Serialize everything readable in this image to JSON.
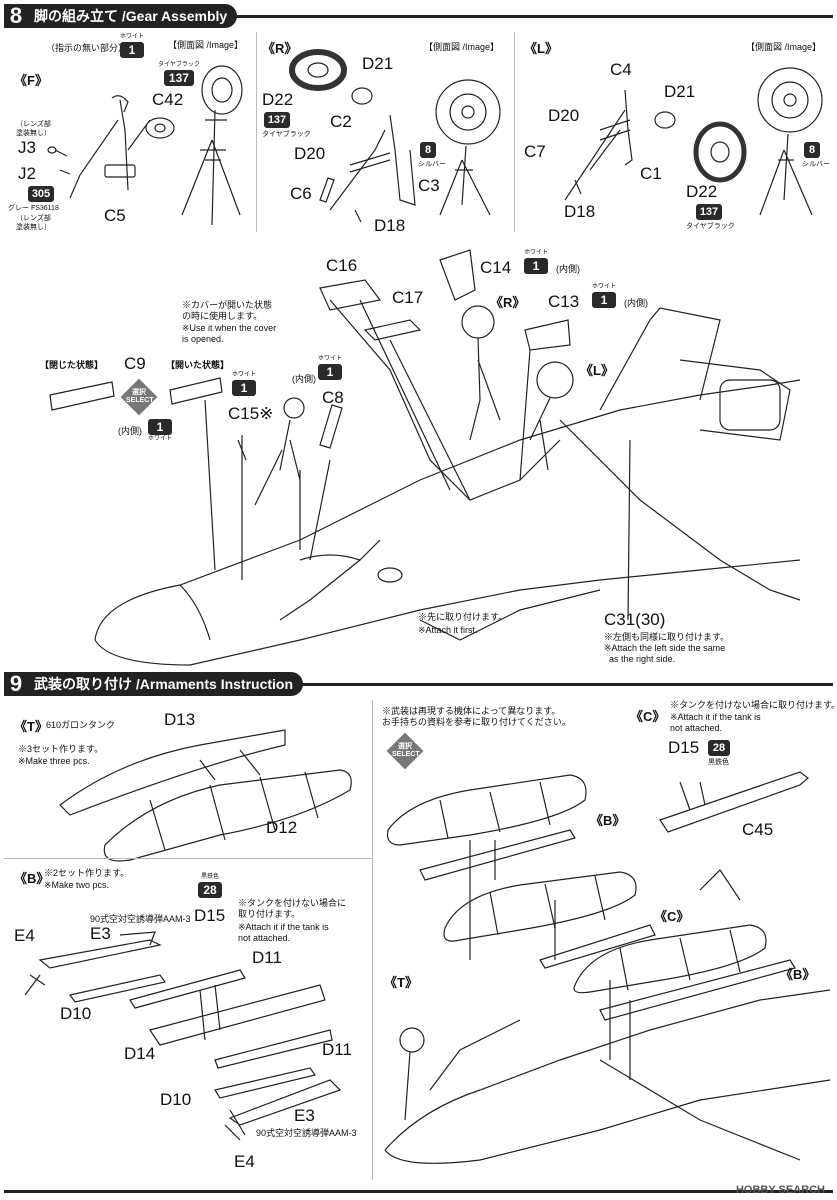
{
  "step8": {
    "number": "8",
    "title": "脚の組み立て /Gear Assembly",
    "front": {
      "bracket": "《F》",
      "not_indicated": "（指示の無い部分）",
      "color_white_label": "ホワイト",
      "color_white_num": "1",
      "side_view": "【側面図 /Image】",
      "tire_black_label": "タイヤブラック",
      "tire_black_num": "137",
      "lens_note_1": "（レンズ部\n塗装無し）",
      "lens_note_2": "（レンズ部\n塗装無し）",
      "gray_num": "305",
      "gray_label": "グレー FS36118",
      "parts": [
        "C42",
        "J3",
        "J2",
        "C5"
      ]
    },
    "right": {
      "bracket": "《R》",
      "side_view": "【側面図 /Image】",
      "tire_black_num": "137",
      "tire_black_label": "タイヤブラック",
      "silver_num": "8",
      "silver_label": "シルバー",
      "parts": [
        "D21",
        "D22",
        "C2",
        "D20",
        "C6",
        "C3",
        "D18"
      ]
    },
    "left": {
      "bracket": "《L》",
      "side_view": "【側面図 /Image】",
      "silver_num": "8",
      "silver_label": "シルバー",
      "tire_black_num": "137",
      "tire_black_label": "タイヤブラック",
      "parts": [
        "C4",
        "D21",
        "D20",
        "C7",
        "C1",
        "D18",
        "D22"
      ]
    },
    "assembly": {
      "c16": "C16",
      "c14": "C14",
      "c14_color_label": "ホワイト",
      "c14_color_num": "1",
      "c14_side": "(内側)",
      "c17": "C17",
      "r_bracket": "《R》",
      "c13": "C13",
      "c13_color_label": "ホワイト",
      "c13_color_num": "1",
      "c13_side": "(内側)",
      "l_bracket": "《L》",
      "cover_note_jp": "※カバーが開いた状態\nの時に使用します。",
      "cover_note_en": "※Use it when the cover\nis opened.",
      "closed": "【閉じた状態】",
      "c9": "C9",
      "opened": "【開いた状態】",
      "select": "選択\nSELECT",
      "c15": "C15※",
      "c15_color_label": "ホワイト",
      "c15_color_num": "1",
      "c8": "C8",
      "c8_side": "(内側)",
      "c8_color_label": "ホワイト",
      "c8_color_num": "1",
      "c9_side": "(内側)",
      "c9_color_num": "1",
      "c9_color_label": "ホワイト",
      "attach_first_jp": "※先に取り付けます。",
      "attach_first_en": "※Attach it first.",
      "c31": "C31(30)",
      "c31_note_jp": "※左側も同様に取り付けます。",
      "c31_note_en": "※Attach the left side the same\n  as the right side."
    }
  },
  "step9": {
    "number": "9",
    "title": "武装の取り付け /Armaments Instruction",
    "tank": {
      "bracket": "《T》",
      "name": "610ガロンタンク",
      "note_jp": "※3セット作ります。",
      "note_en": "※Make three pcs.",
      "parts": [
        "D13",
        "D12"
      ]
    },
    "pylon": {
      "bracket": "《B》",
      "note_jp": "※2セット作ります。",
      "note_en": "※Make two pcs.",
      "color_label": "黒鉄色",
      "color_num": "28",
      "tank_note_jp": "※タンクを付けない場合に\n取り付けます。",
      "tank_note_en": "※Attach it if the tank is\nnot attached.",
      "missile_name": "90式空対空誘導弾AAM-3",
      "missile_name_2": "90式空対空誘導弾AAM-3",
      "parts": [
        "D15",
        "E4",
        "E3",
        "D11",
        "D10",
        "D14",
        "D11",
        "D10",
        "E3",
        "E4"
      ]
    },
    "center": {
      "note_jp": "※武装は再現する機体によって異なります。\nお手持ちの資料を参考に取り付けてください。",
      "select": "選択\nSELECT",
      "b_bracket": "《B》",
      "c_bracket": "《C》",
      "t_bracket": "《T》",
      "b_bracket_2": "《B》"
    },
    "c_detail": {
      "bracket": "《C》",
      "note_jp": "※タンクを付けない場合に取り付けます。",
      "note_en": "※Attach it if the tank is\nnot attached.",
      "d15": "D15",
      "color_num": "28",
      "color_label": "黒鉄色",
      "c45": "C45"
    }
  },
  "footer": {
    "watermark": "HOBBY SEARCH"
  }
}
